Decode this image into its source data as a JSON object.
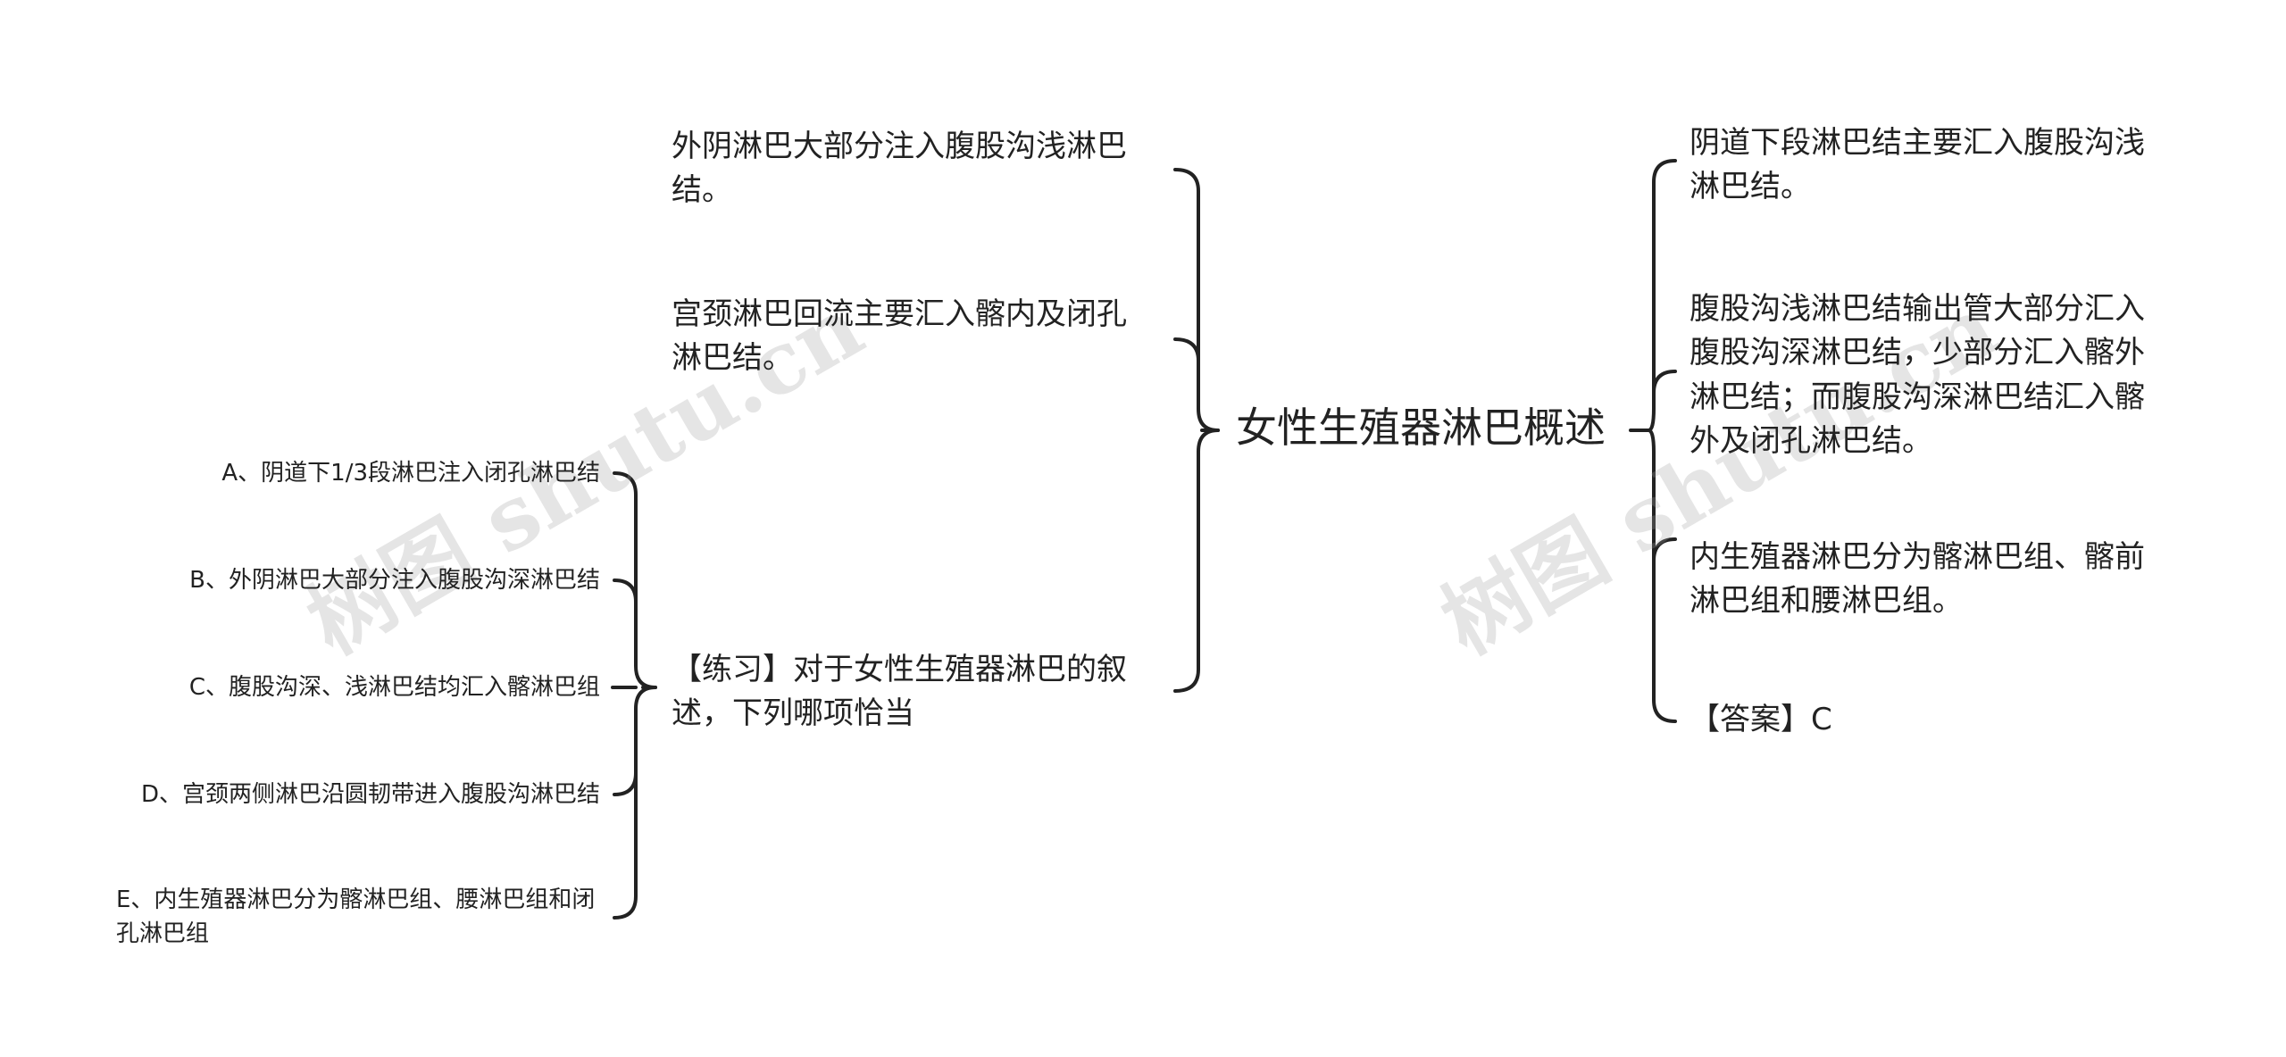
{
  "root": {
    "label": "女性生殖器淋巴概述"
  },
  "left_branches": [
    {
      "label": "外阴淋巴大部分注入腹股沟浅淋巴结。"
    },
    {
      "label": "宫颈淋巴回流主要汇入髂内及闭孔淋巴结。"
    },
    {
      "label": "【练习】对于女性生殖器淋巴的叙述，下列哪项恰当",
      "options": [
        {
          "label": "A、阴道下1/3段淋巴注入闭孔淋巴结"
        },
        {
          "label": "B、外阴淋巴大部分注入腹股沟深淋巴结"
        },
        {
          "label": "C、腹股沟深、浅淋巴结均汇入髂淋巴组"
        },
        {
          "label": "D、宫颈两侧淋巴沿圆韧带进入腹股沟淋巴结"
        },
        {
          "label": "E、内生殖器淋巴分为髂淋巴组、腰淋巴组和闭孔淋巴组"
        }
      ]
    }
  ],
  "right_branches": [
    {
      "label": "阴道下段淋巴结主要汇入腹股沟浅淋巴结。"
    },
    {
      "label": "腹股沟浅淋巴结输出管大部分汇入腹股沟深淋巴结，少部分汇入髂外淋巴结；而腹股沟深淋巴结汇入髂外及闭孔淋巴结。"
    },
    {
      "label": "内生殖器淋巴分为髂淋巴组、髂前淋巴组和腰淋巴组。"
    },
    {
      "label": "【答案】C"
    }
  ],
  "watermarks": [
    {
      "text": "树图 shutu.cn"
    },
    {
      "text": "树图 shutu.cn"
    }
  ],
  "colors": {
    "line": "#222222",
    "text": "#222222",
    "watermark": "#a0a0a0",
    "background": "#ffffff"
  }
}
